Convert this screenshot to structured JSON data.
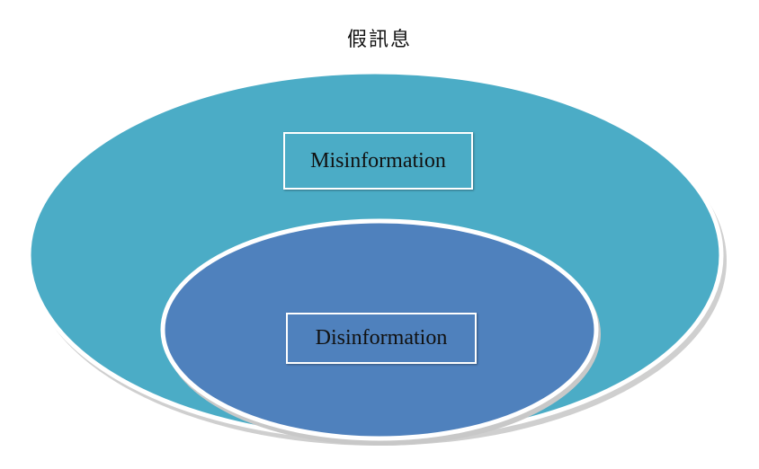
{
  "title": "假訊息",
  "outer_set": {
    "label": "Misinformation",
    "color": "#4bacc6"
  },
  "inner_set": {
    "label": "Disinformation",
    "color": "#4f81bd"
  },
  "colors": {
    "border": "#ffffff",
    "shadow": "#c8c8c8",
    "text": "#111111"
  }
}
